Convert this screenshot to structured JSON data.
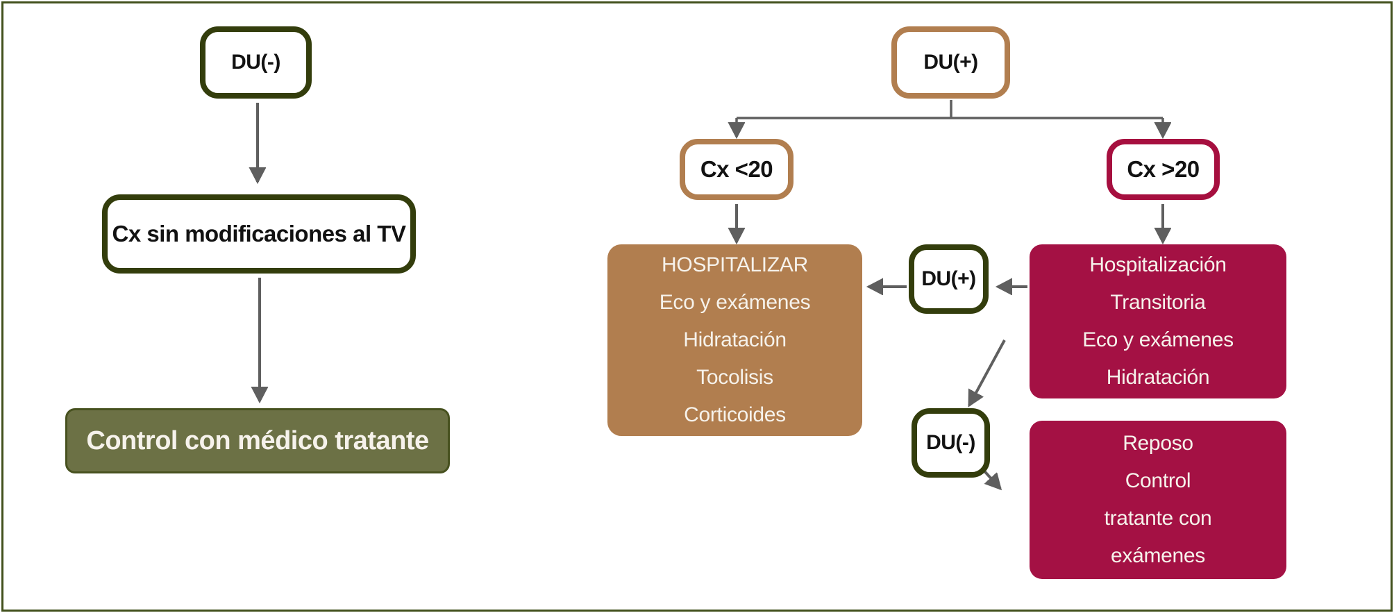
{
  "colors": {
    "frame": "#42501C",
    "dark_olive": "#333D0C",
    "olive_fill": "#6C7145",
    "olive_fill_border": "#47511F",
    "tan": "#B17E4F",
    "crimson_fill": "#A41144",
    "crimson_border": "#A60F3F",
    "arrow": "#5F5F5F",
    "text_dark": "#121212",
    "text_light": "#F6F2EB"
  },
  "nodes": {
    "du_negative_top": {
      "label": "DU(-)"
    },
    "cx_sin_modificaciones": {
      "label": "Cx sin modificaciones al TV"
    },
    "control_medico": {
      "label": "Control con médico tratante"
    },
    "du_positive_top": {
      "label": "DU(+)"
    },
    "cx_lt20": {
      "label": "Cx <20"
    },
    "cx_gt20": {
      "label": "Cx >20"
    },
    "hospitalizar": {
      "lines": [
        "HOSPITALIZAR",
        "Eco y exámenes",
        "Hidratación",
        "Tocolisis",
        "Corticoides"
      ]
    },
    "du_positive_mid": {
      "label": "DU(+)"
    },
    "hospitalizacion_transitoria": {
      "lines": [
        "Hospitalización",
        "Transitoria",
        "Eco y exámenes",
        "Hidratación"
      ]
    },
    "du_negative_mid": {
      "label": "DU(-)"
    },
    "reposo_control": {
      "lines": [
        "Reposo",
        "Control",
        "tratante con",
        "exámenes"
      ]
    }
  }
}
